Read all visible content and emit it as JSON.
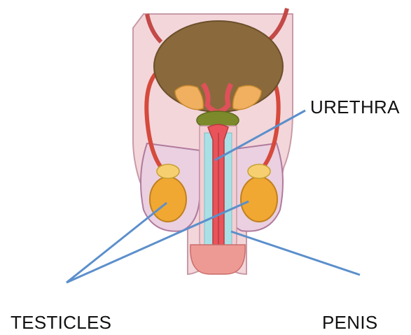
{
  "labels": {
    "urethra": "URETHRA",
    "testicles": "TESTICLES",
    "penis": "PENIS"
  },
  "colors": {
    "skin": "#f3cfd3",
    "skin_outline": "#b07a9e",
    "scrotum": "#e9c4dc",
    "bladder": "#8a6a3c",
    "prostate": "#7c8a2c",
    "seminal_vesicle": "#f0b060",
    "vas_deferens": "#d54a3c",
    "urethra": "#e8545a",
    "corpus": "#a9e0e6",
    "testicle": "#f0a832",
    "leader_line": "#5b8fcc"
  }
}
